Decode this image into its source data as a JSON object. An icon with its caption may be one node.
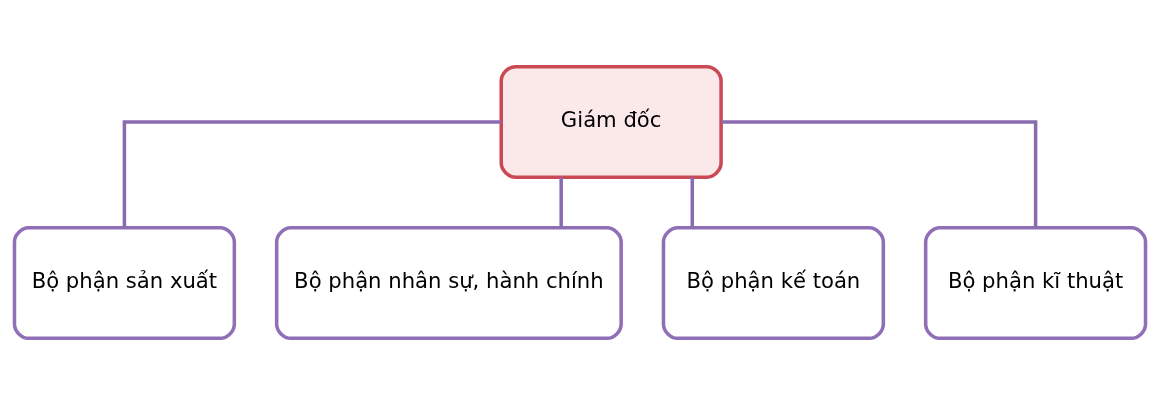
{
  "diagram": {
    "nodes": [
      {
        "text": [
          "Giám đốc"
        ]
      },
      {
        "text": [
          "Bộ phận sản xuất"
        ]
      },
      {
        "text": [
          "Bộ phận nhân sự, hành chính"
        ]
      },
      {
        "text": [
          "Bộ phận kế toán"
        ]
      },
      {
        "text": [
          "Bộ phận kĩ thuật"
        ]
      }
    ],
    "edges": [
      {
        "from": 0,
        "to": 1,
        "arrow": "none"
      },
      {
        "from": 0,
        "to": 2,
        "arrow": "none"
      },
      {
        "from": 0,
        "to": 3,
        "arrow": "none"
      },
      {
        "from": 0,
        "to": 4,
        "arrow": "none"
      }
    ]
  }
}
